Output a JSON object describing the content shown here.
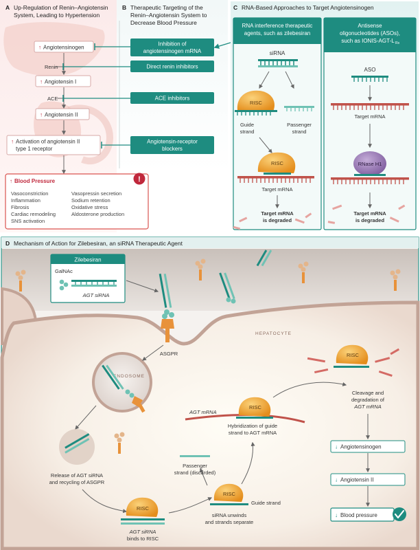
{
  "panel_a": {
    "letter": "A",
    "title_l1": "Up-Regulation of Renin–Angiotensin",
    "title_l2": "System, Leading to Hypertension",
    "angiotensinogen": "Angiotensinogen",
    "renin": "Renin",
    "angiotensin_1": "Angiotensin I",
    "ace": "ACE",
    "angiotensin_2": "Angiotensin II",
    "activation_l1": "Activation of angiotensin II",
    "activation_l2": "type 1 receptor",
    "bp_title": "Blood Pressure",
    "bp_col1": [
      "Vasoconstriction",
      "Inflammation",
      "Fibrosis",
      "Cardiac remodeling",
      "SNS activation"
    ],
    "bp_col2": [
      "Vasopressin secretion",
      "Sodium retention",
      "Oxidative stress",
      "Aldosterone production"
    ],
    "alert_symbol": "!"
  },
  "panel_b": {
    "letter": "B",
    "title_l1": "Therapeutic Targeting of the",
    "title_l2": "Renin–Angiotensin System to",
    "title_l3": "Decrease Blood Pressure",
    "inhibition_l1": "Inhibition of",
    "inhibition_l2": "angiotensinogen mRNA",
    "renin_inhib": "Direct renin inhibitors",
    "ace_inhib": "ACE inhibitors",
    "arb_l1": "Angiotensin-receptor",
    "arb_l2": "blockers"
  },
  "panel_c": {
    "letter": "C",
    "title": "RNA-Based Approaches to Target Angiotensinogen",
    "rnai_l1": "RNA interference therapeutic",
    "rnai_l2": "agents, such as zilebesiran",
    "aso_l1": "Antisense",
    "aso_l2": "oligonucleotides (ASOs),",
    "aso_l3": "such as IONIS-AGT-L",
    "aso_sub": "Rx",
    "sirna": "siRNA",
    "aso": "ASO",
    "risc": "RISC",
    "guide_l1": "Guide",
    "guide_l2": "strand",
    "passenger_l1": "Passenger",
    "passenger_l2": "strand",
    "target_mrna": "Target mRNA",
    "rnase": "RNase H1",
    "degraded_l1": "Target mRNA",
    "degraded_l2": "is degraded"
  },
  "panel_d": {
    "letter": "D",
    "title": "Mechanism of Action for Zilebesiran, an siRNA Therapeutic Agent",
    "zilebesiran": "Zilebesiran",
    "galnac": "GalNAc",
    "agt_sirna": "AGT siRNA",
    "asgpr": "ASGPR",
    "hepatocyte": "HEPATOCYTE",
    "endosome": "ENDOSOME",
    "release_l1": "Release of AGT siRNA",
    "release_l2": "and recycling of ASGPR",
    "binds_l1": "AGT siRNA",
    "binds_l2": "binds to RISC",
    "unwinds_l1": "siRNA unwinds",
    "unwinds_l2": "and strands separate",
    "passenger_l1": "Passenger",
    "passenger_l2": "strand (discarded)",
    "guide": "Guide strand",
    "agt_mrna": "AGT mRNA",
    "hybrid_l1": "Hybridization of guide",
    "hybrid_l2": "strand to AGT mRNA",
    "cleave_l1": "Cleavage and",
    "cleave_l2": "degradation of",
    "cleave_l3": "AGT mRNA",
    "risc": "RISC",
    "angiotensinogen": "Angiotensinogen",
    "angiotensin_2": "Angiotensin II",
    "blood_pressure": "Blood pressure"
  },
  "colors": {
    "teal": "#1e8c80",
    "teal_dark": "#0f6e66",
    "red": "#c0283c",
    "orange": "#f0a030",
    "risc": "#f2a93a",
    "rnase": "#9a7ab8",
    "mrna": "#c0524a",
    "panel_bg": "#e6f4f3"
  }
}
